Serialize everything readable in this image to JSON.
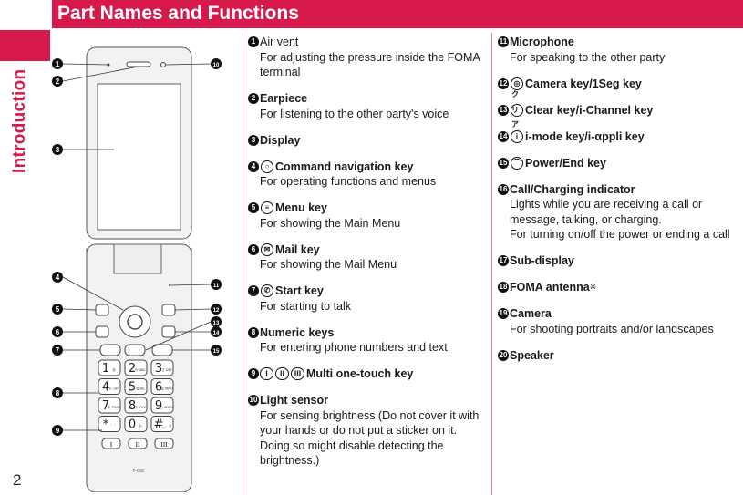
{
  "page": {
    "section": "Introduction",
    "number": "2"
  },
  "header": {
    "title": "Part Names and Functions"
  },
  "phone": {
    "model_label": "F-01E",
    "callouts": [
      "1",
      "2",
      "3",
      "4",
      "5",
      "6",
      "7",
      "8",
      "9",
      "10",
      "11",
      "12",
      "13",
      "14",
      "15"
    ],
    "soft_keys": [
      "I",
      "II",
      "III"
    ],
    "keypad": [
      [
        "1",
        "2",
        "3"
      ],
      [
        "4",
        "5",
        "6"
      ],
      [
        "7",
        "8",
        "9"
      ],
      [
        "*",
        "0",
        "#"
      ]
    ],
    "keypad_sub": [
      [
        "あ",
        "か ABC",
        "さ DEF"
      ],
      [
        "た GHI",
        "な JKL",
        "は MNO"
      ],
      [
        "ま PQRS",
        "や TUV",
        "ら WXYZ"
      ],
      [
        "゛゜",
        "わ",
        "、。?!"
      ]
    ]
  },
  "items_left": [
    {
      "num": "1",
      "label": "Air vent",
      "desc": [
        "For adjusting the pressure inside the FOMA terminal"
      ]
    },
    {
      "num": "2",
      "label": "Earpiece",
      "desc": [
        "For listening to the other party's voice"
      ]
    },
    {
      "num": "3",
      "label": "Display",
      "desc": []
    },
    {
      "num": "4",
      "icon": "○",
      "label": "Command navigation key",
      "desc": [
        "For operating functions and menus"
      ]
    },
    {
      "num": "5",
      "icon": "≡",
      "label": "Menu key",
      "desc": [
        "For showing the Main Menu"
      ]
    },
    {
      "num": "6",
      "icon": "✉",
      "label": "Mail key",
      "desc": [
        "For showing the Mail Menu"
      ]
    },
    {
      "num": "7",
      "icon": "✆",
      "label": "Start key",
      "desc": [
        "For starting to talk"
      ]
    },
    {
      "num": "8",
      "label": "Numeric keys",
      "desc": [
        "For entering phone numbers and text"
      ]
    },
    {
      "num": "9",
      "keys": [
        "I",
        "II",
        "III"
      ],
      "label": "Multi one-touch key",
      "desc": []
    },
    {
      "num": "10",
      "label": "Light sensor",
      "desc": [
        "For sensing brightness (Do not cover it with your hands or do not put a sticker on it. Doing so might disable detecting the brightness.)"
      ]
    }
  ],
  "items_right": [
    {
      "num": "11",
      "label": "Microphone",
      "desc": [
        "For speaking to the other party"
      ]
    },
    {
      "num": "12",
      "icon": "◎",
      "label": "Camera key/1Seg key",
      "desc": []
    },
    {
      "num": "13",
      "icon": "クリア",
      "label": "Clear key/i-Channel key",
      "desc": []
    },
    {
      "num": "14",
      "icon": "i",
      "label": "i-mode key/i-αppli key",
      "desc": []
    },
    {
      "num": "15",
      "icon": "⌒",
      "label": "Power/End key",
      "desc": []
    },
    {
      "num": "16",
      "label": "Call/Charging indicator",
      "desc": [
        "Lights while you are receiving a call or message, talking, or charging.",
        "For turning on/off the power or ending a call"
      ]
    },
    {
      "num": "17",
      "label": "Sub-display",
      "desc": []
    },
    {
      "num": "18",
      "label": "FOMA antenna",
      "sup": "※",
      "desc": []
    },
    {
      "num": "19",
      "label": "Camera",
      "desc": [
        "For shooting portraits and/or landscapes"
      ]
    },
    {
      "num": "20",
      "label": "Speaker",
      "desc": []
    }
  ],
  "colors": {
    "accent": "#d6184b",
    "text": "#1a1a1a"
  }
}
